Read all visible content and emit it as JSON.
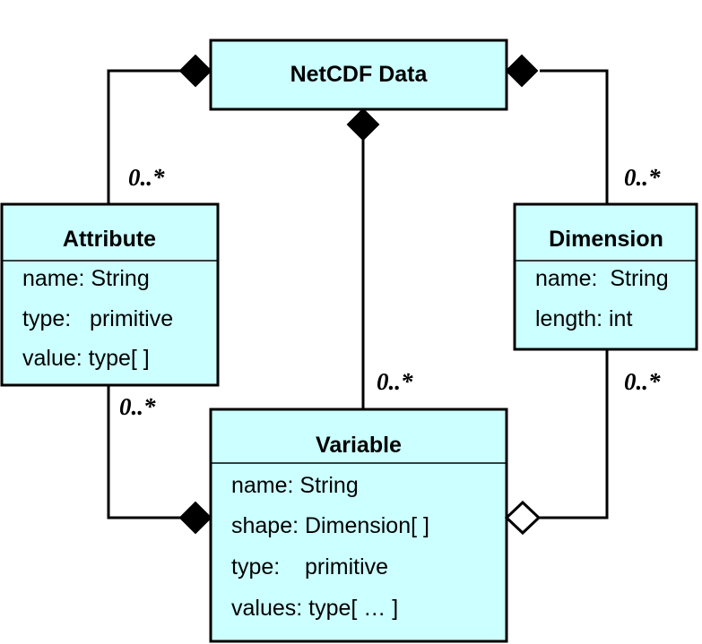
{
  "classes": {
    "netcdf": {
      "name": "NetCDF Data"
    },
    "attribute": {
      "name": "Attribute",
      "fields": [
        "name: String",
        "type:   primitive",
        "value: type[ ]"
      ]
    },
    "dimension": {
      "name": "Dimension",
      "fields": [
        "name:  String",
        "length: int"
      ]
    },
    "variable": {
      "name": "Variable",
      "fields": [
        "name: String",
        "shape: Dimension[ ]",
        "type:    primitive",
        "values: type[ … ]"
      ]
    }
  },
  "multiplicities": {
    "netcdf_attribute": "0..*",
    "netcdf_dimension": "0..*",
    "netcdf_variable": "0..*",
    "attribute_variable": "0..*",
    "dimension_variable": "0..*"
  },
  "colors": {
    "class_fill": "#ccffff",
    "line": "#000000"
  }
}
